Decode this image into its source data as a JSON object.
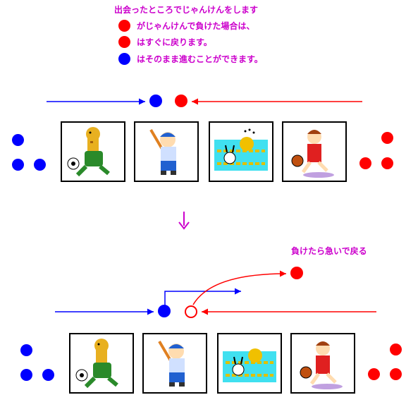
{
  "legend": {
    "title": "出会ったところでじゃんけんをします",
    "line1": "がじゃんけんで負けた場合は、",
    "line2": "はすぐに戻ります。",
    "line3": "はそのまま進むことができます。"
  },
  "phase2_note": "負けたら急いで戻る",
  "colors": {
    "blue": "#0000ff",
    "red": "#ff0000",
    "text": "#cc00cc",
    "arrow_down": "#cc00cc"
  },
  "cards": [
    "giraffe-soccer",
    "boy-baseball",
    "rabbit-tiger-pool",
    "girl-basketball"
  ]
}
